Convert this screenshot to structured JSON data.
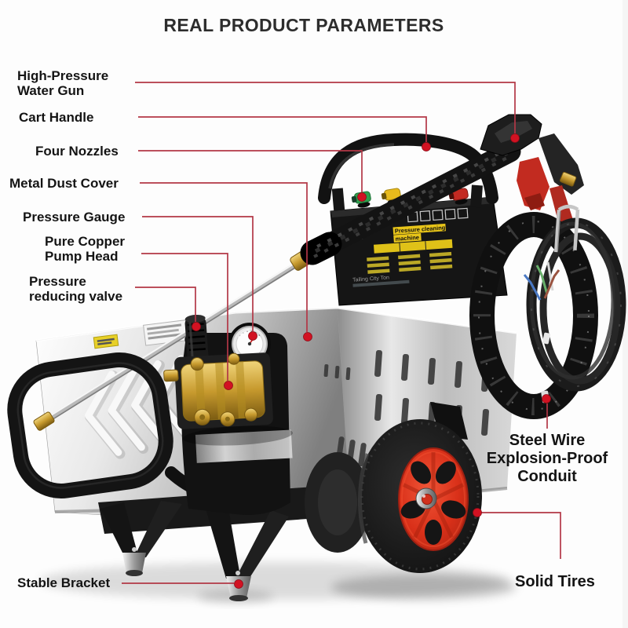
{
  "title": "REAL PRODUCT PARAMETERS",
  "labels": {
    "high_pressure_water_gun": {
      "lines": [
        "High-Pressure",
        "Water Gun"
      ]
    },
    "cart_handle": {
      "lines": [
        "Cart Handle"
      ]
    },
    "four_nozzles": {
      "lines": [
        "Four Nozzles"
      ]
    },
    "metal_dust_cover": {
      "lines": [
        "Metal Dust Cover"
      ]
    },
    "pressure_gauge": {
      "lines": [
        "Pressure Gauge"
      ]
    },
    "pure_copper_pump_head": {
      "lines": [
        "Pure Copper",
        "Pump Head"
      ]
    },
    "pressure_reducing_valve": {
      "lines": [
        "Pressure",
        "reducing valve"
      ]
    },
    "stable_bracket": {
      "lines": [
        "Stable Bracket"
      ]
    },
    "steel_wire_conduit": {
      "lines": [
        "Steel Wire",
        "Explosion-Proof",
        "Conduit"
      ]
    },
    "solid_tires": {
      "lines": [
        "Solid Tires"
      ]
    }
  },
  "machine": {
    "panel_title_line1": "Pressure cleaning",
    "panel_title_line2": "machine",
    "panel_footer": "Tailing City Ton"
  },
  "colors": {
    "callout_line": "#b23746",
    "callout_dot": "#d21222",
    "title_text": "#2d2d2d",
    "label_text": "#141414",
    "wheel_rim_red": "#d93019",
    "brass": "#c9a43c",
    "nozzle_green": "#2fa04d",
    "nozzle_yellow": "#e7ba1c",
    "nozzle_red": "#c32a22",
    "panel_accent_yellow": "#e7c419"
  }
}
